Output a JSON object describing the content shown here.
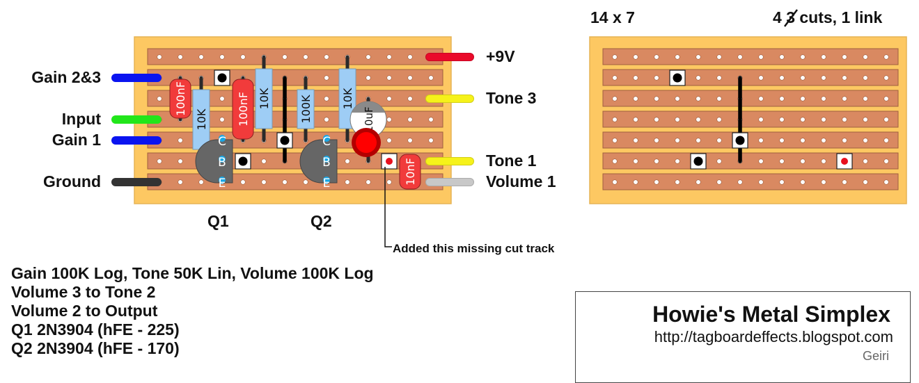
{
  "colors": {
    "board": "#fdc862",
    "board_border": "#e6b455",
    "track": "#d98961",
    "track_border": "#a0603e",
    "hole": "#ffffff",
    "resistor": "#9ecdf5",
    "cap_film": "#f13b3b",
    "electrolytic": "#ffffff",
    "transistor": "#666666",
    "led": "#ff0000",
    "link": "#000000",
    "cut_dot": "#000000",
    "added_cut_dot": "#e8101e",
    "pin_marker": "#1aa7e6"
  },
  "board": {
    "columns": 14,
    "rows": 7,
    "size_label": "14 x 7",
    "cuts_label_new": "4",
    "cuts_label_old": "3",
    "cuts_label_rest": "cuts, 1 link"
  },
  "cuts": [
    {
      "col": 4,
      "row": 2,
      "type": "cut"
    },
    {
      "col": 5,
      "row": 6,
      "type": "cut"
    },
    {
      "col": 7,
      "row": 5,
      "type": "cut"
    },
    {
      "col": 12,
      "row": 6,
      "type": "added-cut"
    }
  ],
  "links": [
    {
      "col": 7,
      "from_row": 2,
      "to_row": 6
    }
  ],
  "components": [
    {
      "id": "c1",
      "kind": "film-cap",
      "label": "100nF",
      "col": 2,
      "from_row": 2,
      "to_row": 4
    },
    {
      "id": "r1",
      "kind": "resistor",
      "label": "10K",
      "col": 3,
      "from_row": 2,
      "to_row": 6
    },
    {
      "id": "c2",
      "kind": "film-cap",
      "label": "100nF",
      "col": 5,
      "from_row": 2,
      "to_row": 5
    },
    {
      "id": "r2",
      "kind": "resistor",
      "label": "10K",
      "col": 6,
      "from_row": 1,
      "to_row": 5
    },
    {
      "id": "r3",
      "kind": "resistor",
      "label": "100K",
      "col": 8,
      "from_row": 2,
      "to_row": 5
    },
    {
      "id": "r4",
      "kind": "resistor",
      "label": "10K",
      "col": 10,
      "from_row": 1,
      "to_row": 5
    },
    {
      "id": "c3",
      "kind": "electrolytic",
      "label": "10uF",
      "col": 11,
      "from_row": 3,
      "to_row": 5
    },
    {
      "id": "led1",
      "kind": "led",
      "label": "",
      "col": 11,
      "from_row": 5,
      "to_row": 6
    },
    {
      "id": "c4",
      "kind": "film-cap",
      "label": "10nF",
      "col": 13,
      "from_row": 6,
      "to_row": 7
    }
  ],
  "transistors": [
    {
      "id": "Q1",
      "label": "Q1",
      "col": 4,
      "pins": [
        "C",
        "B",
        "E"
      ],
      "top_row": 5
    },
    {
      "id": "Q2",
      "label": "Q2",
      "col": 9,
      "pins": [
        "C",
        "B",
        "E"
      ],
      "top_row": 5
    }
  ],
  "wires_left": [
    {
      "label": "Gain 2&3",
      "row": 2,
      "color": "#0a14f0"
    },
    {
      "label": "Input",
      "row": 4,
      "color": "#22e61a"
    },
    {
      "label": "Gain 1",
      "row": 5,
      "color": "#0a14f0"
    },
    {
      "label": "Ground",
      "row": 7,
      "color": "#333333"
    }
  ],
  "wires_right": [
    {
      "label": "+9V",
      "row": 1,
      "color": "#ea0a2a"
    },
    {
      "label": "Tone 3",
      "row": 3,
      "color": "#f6f21a"
    },
    {
      "label": "Tone 1",
      "row": 6,
      "color": "#f6f21a"
    },
    {
      "label": "Volume 1",
      "row": 7,
      "color": "#c8c8c8"
    }
  ],
  "annotation": "Added this missing cut track",
  "notes": [
    "Gain 100K Log, Tone 50K Lin, Volume 100K Log",
    "Volume 3 to Tone 2",
    "Volume 2 to Output",
    "Q1 2N3904 (hFE - 225)",
    "Q2 2N3904 (hFE - 170)"
  ],
  "title_box": {
    "title": "Howie's Metal Simplex",
    "url": "http://tagboardeffects.blogspot.com",
    "author": "Geiri"
  }
}
